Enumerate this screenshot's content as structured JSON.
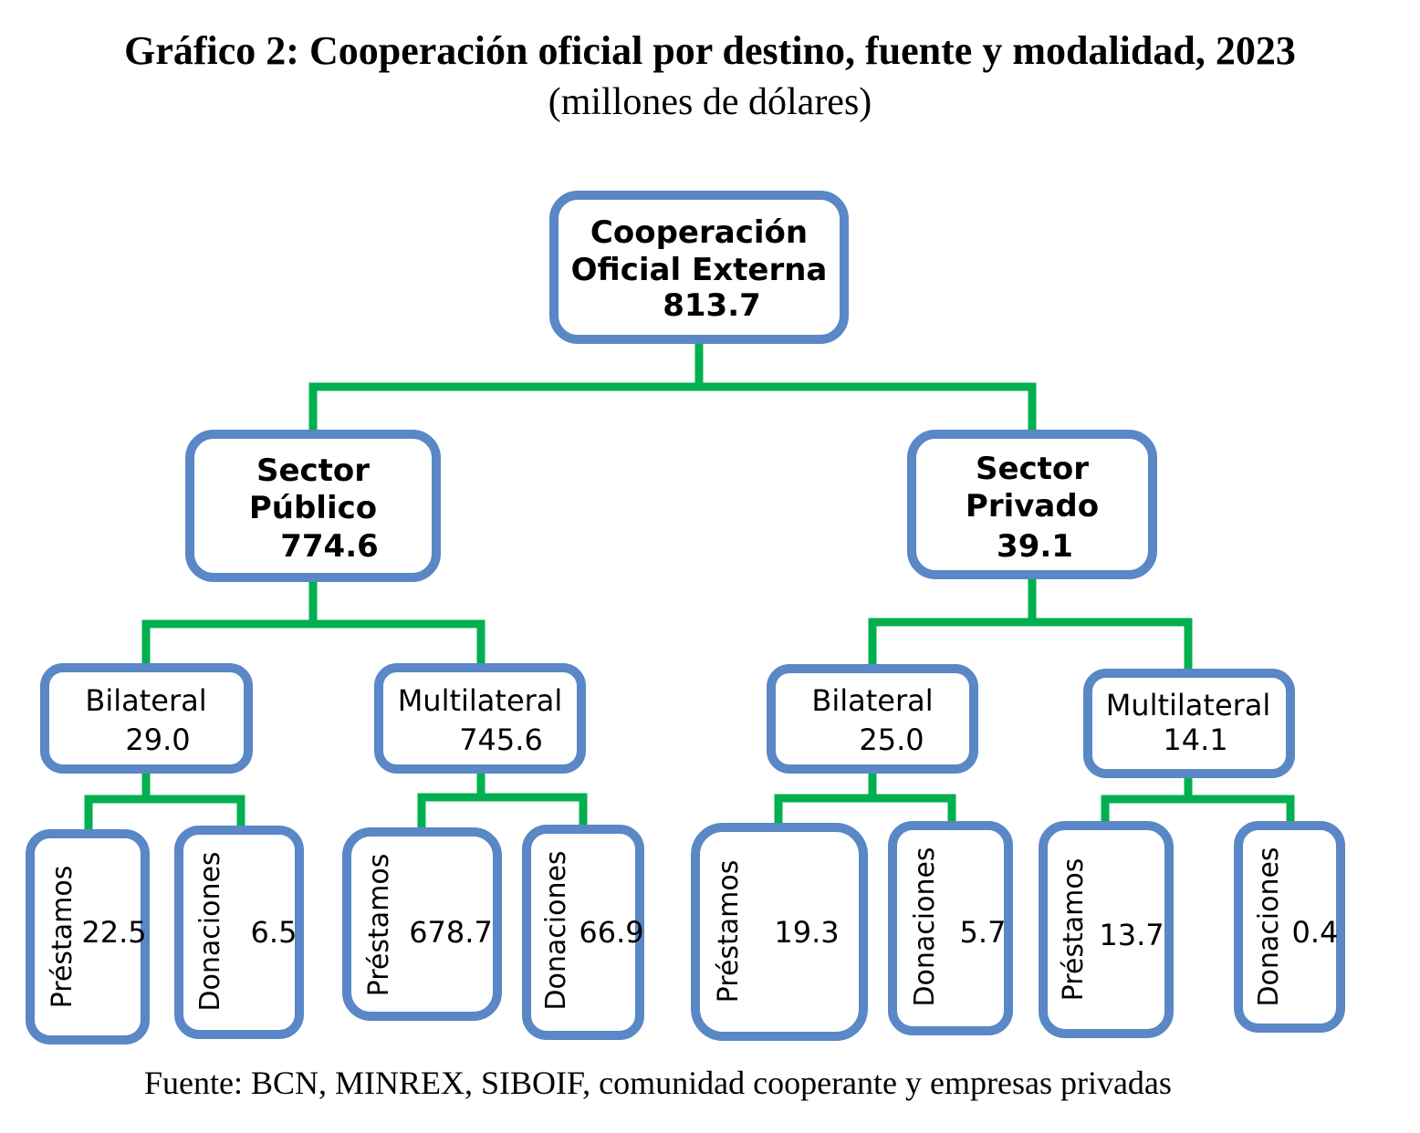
{
  "title": "Gráfico 2: Cooperación oficial por destino, fuente y modalidad, 2023",
  "subtitle": "(millones de dólares)",
  "source": "Fuente: BCN, MINREX, SIBOIF, comunidad cooperante y empresas privadas",
  "colors": {
    "box_border": "#5a87c5",
    "connector": "#00b050"
  },
  "root": {
    "line1": "Cooperación",
    "line2": "Oficial Externa",
    "value": "813.7"
  },
  "sectors": [
    {
      "line1": "Sector",
      "line2": "Público",
      "value": "774.6",
      "sources": [
        {
          "label": "Bilateral",
          "value": "29.0",
          "modalities": [
            {
              "label": "Préstamos",
              "value": "22.5"
            },
            {
              "label": "Donaciones",
              "value": "6.5"
            }
          ]
        },
        {
          "label": "Multilateral",
          "value": "745.6",
          "modalities": [
            {
              "label": "Préstamos",
              "value": "678.7"
            },
            {
              "label": "Donaciones",
              "value": "66.9"
            }
          ]
        }
      ]
    },
    {
      "line1": "Sector",
      "line2": "Privado",
      "value": "39.1",
      "sources": [
        {
          "label": "Bilateral",
          "value": "25.0",
          "modalities": [
            {
              "label": "Préstamos",
              "value": "19.3"
            },
            {
              "label": "Donaciones",
              "value": "5.7"
            }
          ]
        },
        {
          "label": "Multilateral",
          "value": "14.1",
          "modalities": [
            {
              "label": "Préstamos",
              "value": "13.7"
            },
            {
              "label": "Donaciones",
              "value": "0.4"
            }
          ]
        }
      ]
    }
  ]
}
